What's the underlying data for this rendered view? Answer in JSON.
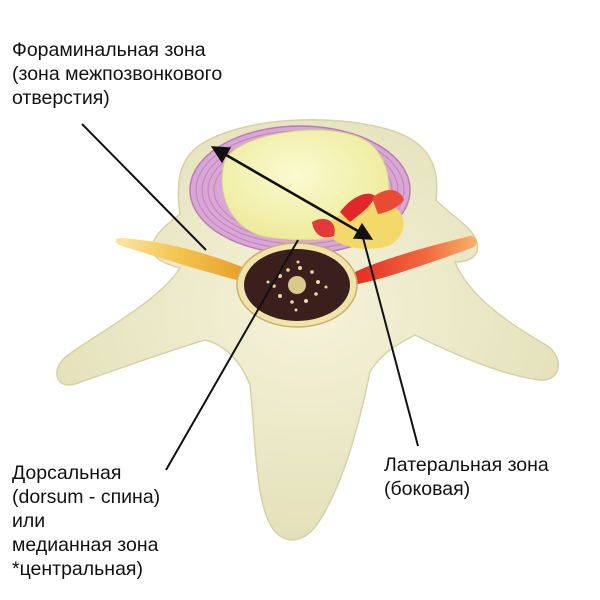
{
  "labels": {
    "foraminal": {
      "lines": [
        "Фораминальная зона",
        "(зона межпозвонкового",
        "отверстия)"
      ]
    },
    "lateral": {
      "lines": [
        "Латеральная зона",
        "(боковая)"
      ]
    },
    "dorsal": {
      "lines": [
        "Дорсальная",
        "(dorsum - спина)",
        "или",
        "медианная зона",
        "*центральная)"
      ]
    }
  },
  "colors": {
    "bone": "#ece9c4",
    "disc_ring": "#d9a6d6",
    "disc_core": "#f3f1a6",
    "canal": "#3a1f1c",
    "canal_spots": "#e9d9a0",
    "nerve_left": "#f0c04a",
    "nerve_right": "#e63a2e",
    "leader_lines": "#111111"
  }
}
